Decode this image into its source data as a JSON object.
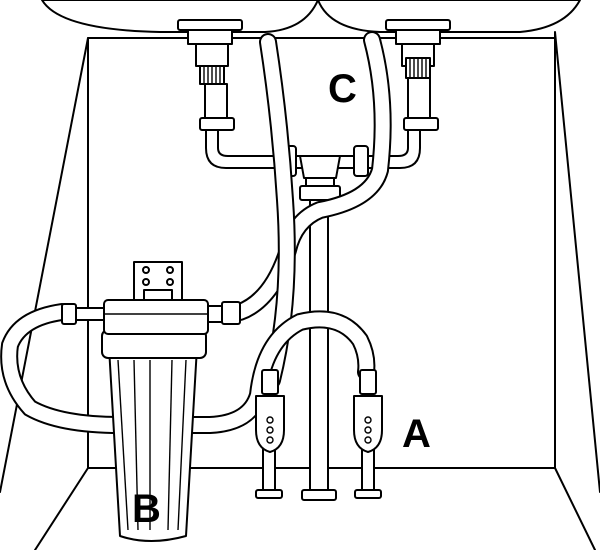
{
  "labels": {
    "a": "A",
    "b": "B",
    "c": "C"
  },
  "colors": {
    "line": "#000000",
    "background": "#ffffff",
    "hose_fill": "#ffffff",
    "metal_gray": "#d0d0d0"
  }
}
